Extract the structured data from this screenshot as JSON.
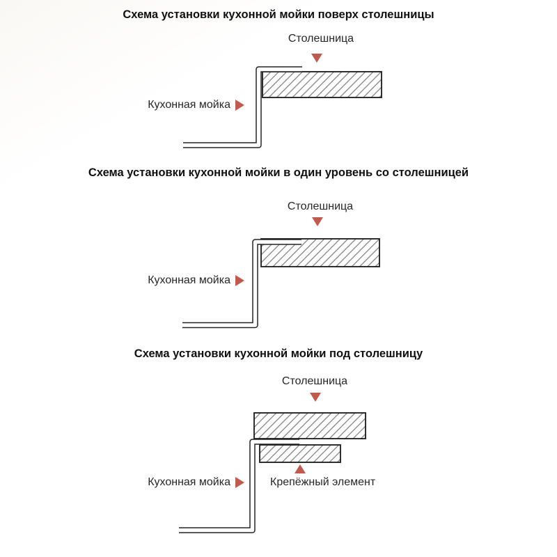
{
  "page": {
    "background": "#ffffff",
    "accent_color": "#c05a4e",
    "hatch_color": "#7a7a7a",
    "outline_color": "#1a1a1a"
  },
  "diagrams": [
    {
      "title": "Схема установки кухонной мойки поверх столешницы",
      "labels": {
        "countertop": "Столешница",
        "sink": "Кухонная мойка"
      }
    },
    {
      "title": "Схема установки кухонной мойки в один уровень со столешницей",
      "labels": {
        "countertop": "Столешница",
        "sink": "Кухонная мойка"
      }
    },
    {
      "title": "Схема установки кухонной мойки под столешницу",
      "labels": {
        "countertop": "Столешница",
        "sink": "Кухонная мойка",
        "fastener": "Крепёжный элемент"
      }
    }
  ]
}
